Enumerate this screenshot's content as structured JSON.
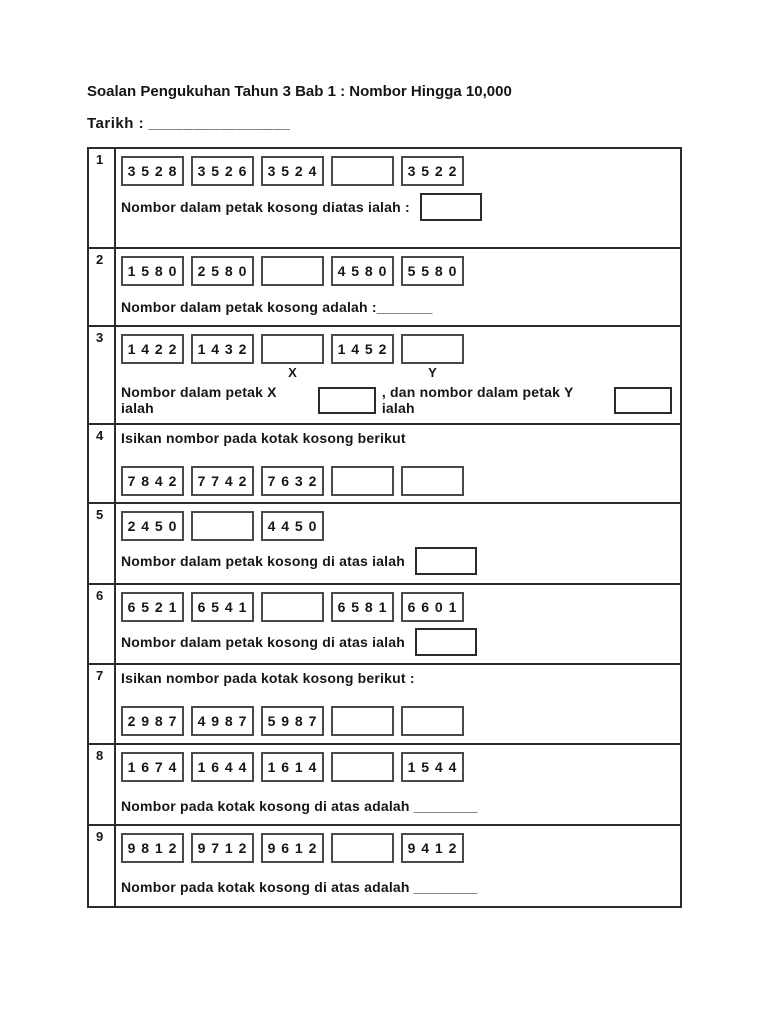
{
  "header": {
    "title": "Soalan Pengukuhan Tahun 3 Bab 1 : Nombor Hingga 10,000",
    "date_label": "Tarikh : ________________"
  },
  "colors": {
    "table_border": "#2b2b2b",
    "number_box_border": "#4a4a4a",
    "text": "#161616",
    "page_background": "#ffffff"
  },
  "questions": [
    {
      "num": "1",
      "boxes": [
        "3 5 2 8",
        "3 5 2 6",
        "3 5 2 4",
        "",
        "3 5 2 2"
      ],
      "question": "Nombor dalam petak kosong diatas ialah :"
    },
    {
      "num": "2",
      "boxes": [
        "1 5 8 0",
        "2 5 8 0",
        "",
        "4 5 8 0",
        "5 5 8 0"
      ],
      "question": "Nombor dalam petak kosong adalah :_______"
    },
    {
      "num": "3",
      "boxes": [
        "1 4 2 2",
        "1 4 3 2",
        "",
        "1 4 5 2",
        ""
      ],
      "box_labels": [
        "",
        "",
        "X",
        "",
        "Y"
      ],
      "question_part1": "Nombor dalam petak X ialah",
      "question_part2": ", dan nombor dalam petak Y ialah"
    },
    {
      "num": "4",
      "instruction": "Isikan nombor pada kotak kosong berikut",
      "boxes": [
        "7 8 4 2",
        "7 7 4 2",
        "7 6 3 2",
        "",
        ""
      ]
    },
    {
      "num": "5",
      "boxes": [
        "2 4 5 0",
        "",
        "4 4 5 0"
      ],
      "question": "Nombor dalam petak kosong di atas ialah"
    },
    {
      "num": "6",
      "boxes": [
        "6 5 2 1",
        "6 5 4 1",
        "",
        "6 5 8 1",
        "6 6 0 1"
      ],
      "question": "Nombor dalam petak kosong di atas ialah"
    },
    {
      "num": "7",
      "instruction": "Isikan nombor pada kotak kosong berikut :",
      "boxes": [
        "2 9 8 7",
        "4 9 8 7",
        "5 9 8 7",
        "",
        ""
      ]
    },
    {
      "num": "8",
      "boxes": [
        "1 6 7 4",
        "1 6 4 4",
        "1 6 1 4",
        "",
        "1 5 4 4"
      ],
      "question": "Nombor pada kotak kosong di atas adalah ________"
    },
    {
      "num": "9",
      "boxes": [
        "9 8 1 2",
        "9 7 1 2",
        "9 6 1 2",
        "",
        "9 4 1 2"
      ],
      "question": "Nombor pada kotak kosong di atas adalah ________"
    }
  ]
}
